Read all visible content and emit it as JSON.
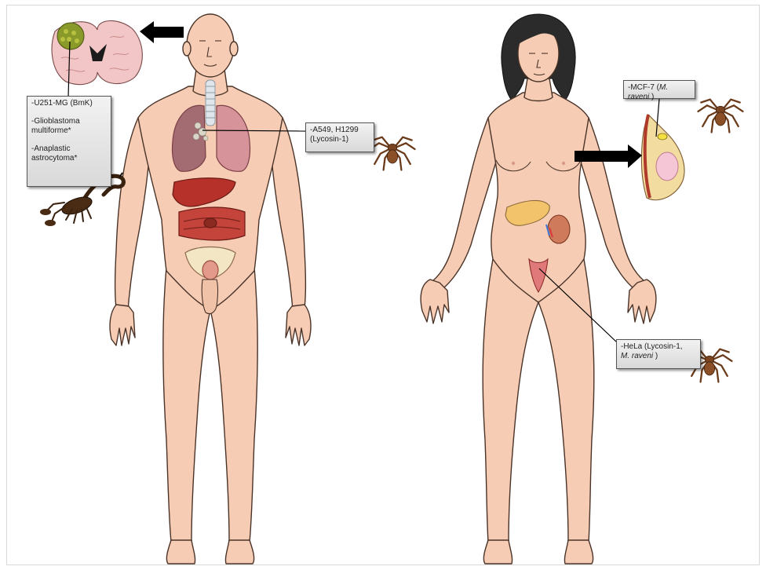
{
  "labels": {
    "brain": {
      "line1": "-U251-MG (BmK)",
      "line2a": "-Glioblastoma",
      "line2b": "multiforme*",
      "line3a": "-Anaplastic",
      "line3b": "astrocytoma*"
    },
    "lung": {
      "line1": "-A549, H1299",
      "line2": "(Lycosin-1)"
    },
    "breast": {
      "prefix": "-MCF-7 (",
      "species": "M. raveni",
      "suffix": " )"
    },
    "cervix": {
      "line1": "-HeLa (Lycosin-1,",
      "species": "M. raveni",
      "suffix": " )"
    }
  },
  "icons": {
    "scorpion": "scorpion-icon",
    "spider": "spider-icon",
    "arrow": "arrow-icon"
  },
  "colors": {
    "skin": "#f6cdb4",
    "skin_outline": "#4a3328",
    "hair": "#2b2b2b",
    "lung": "#c9868c",
    "liver": "#b5312a",
    "intestine": "#c0403a",
    "brain": "#f2c6c6",
    "tumor": "#8a9a2a",
    "box_border": "#555555"
  }
}
